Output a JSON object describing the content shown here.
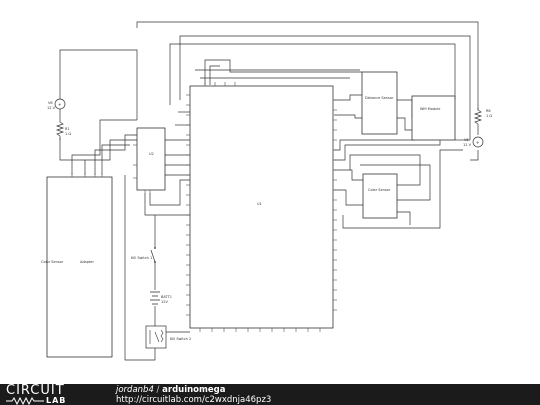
{
  "schematic": {
    "components": {
      "u1": "U1",
      "u2": "U2",
      "v8": "V8",
      "v8_value": "12 V",
      "r1": "R1",
      "r1_value": "1 Ω",
      "v6": "V6",
      "v6_value": "12 V",
      "r6": "R6",
      "r6_value": "1 Ω",
      "distance_sensor": "Distance Sensor",
      "wifi_module": "Wifi Module",
      "color_sensor": "Color Sensor",
      "color_sensor_adapter": "Color Sensor",
      "adapter": "Adapter",
      "kill_switch_1": "Kill Switch 1",
      "kill_switch_2": "Kill Switch 2",
      "batt1": "BATT1",
      "batt1_value": "12V"
    }
  },
  "footer": {
    "logo_top": "CIRCUIT",
    "logo_bottom": "LAB",
    "author": "jordanb4",
    "separator": " / ",
    "project": "arduinomega",
    "url": "http://circuitlab.com/c2wxdnja46pz3"
  }
}
